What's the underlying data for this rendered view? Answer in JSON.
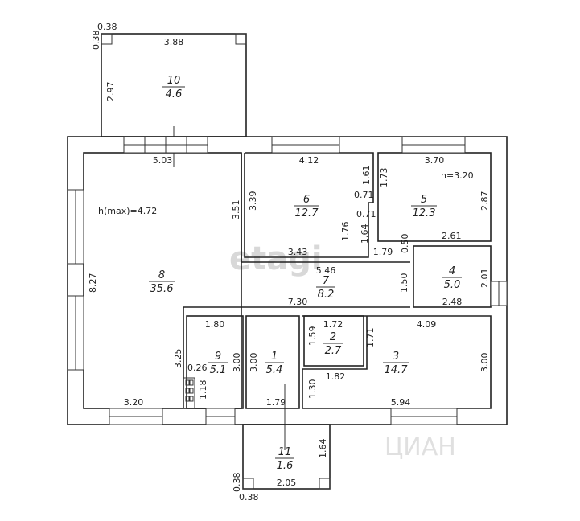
{
  "watermarks": {
    "etagi": "etagi",
    "cian": "ЦИАН"
  },
  "rooms": [
    {
      "num": "10",
      "area": "4.6"
    },
    {
      "num": "6",
      "area": "12.7"
    },
    {
      "num": "5",
      "area": "12.3"
    },
    {
      "num": "8",
      "area": "35.6"
    },
    {
      "num": "7",
      "area": "8.2"
    },
    {
      "num": "4",
      "area": "5.0"
    },
    {
      "num": "9",
      "area": "5.1"
    },
    {
      "num": "1",
      "area": "5.4"
    },
    {
      "num": "2",
      "area": "2.7"
    },
    {
      "num": "3",
      "area": "14.7"
    },
    {
      "num": "11",
      "area": "1.6"
    }
  ],
  "notes": {
    "h_max": "h(max)=4.72",
    "h": "h=3.20"
  },
  "dims": {
    "d1": "0.38",
    "d2": "0.38",
    "d3": "3.88",
    "d4": "2.97",
    "d5": "5.03",
    "d6": "4.12",
    "d7": "3.70",
    "d8": "1.61",
    "d9": "1.73",
    "d10": "3.51",
    "d11": "3.39",
    "d12": "0.71",
    "d13": "0.71",
    "d14": "2.87",
    "d15": "1.76",
    "d16": "1.64",
    "d17": "2.61",
    "d18": "0.50",
    "d19": "3.43",
    "d20": "1.79",
    "d21": "5.46",
    "d22": "8.27",
    "d23": "1.50",
    "d24": "2.01",
    "d25": "2.48",
    "d26": "7.30",
    "d27": "1.80",
    "d28": "1.72",
    "d29": "4.09",
    "d30": "1.59",
    "d31": "1.71",
    "d32": "3.25",
    "d33": "0.26",
    "d34": "3.00",
    "d35": "3.00",
    "d36": "3.00",
    "d37": "1.82",
    "d38": "1.18",
    "d39": "1.30",
    "d40": "3.20",
    "d41": "1.79",
    "d42": "5.94",
    "d43": "1.64",
    "d44": "0.38",
    "d45": "2.05",
    "d46": "0.38"
  }
}
